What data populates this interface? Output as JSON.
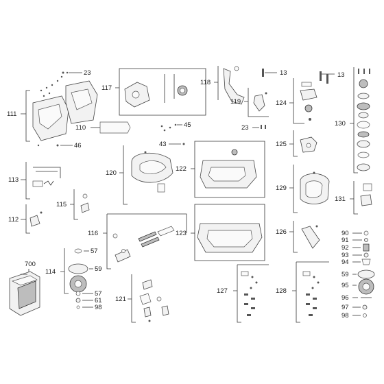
{
  "callouts": {
    "c23a": "23",
    "c13a": "13",
    "c13b": "13",
    "c117": "117",
    "c118": "118",
    "c119": "119",
    "c111": "111",
    "c124": "124",
    "c130": "130",
    "c110": "110",
    "c45": "45",
    "c23b": "23",
    "c46": "46",
    "c43": "43",
    "c125": "125",
    "c120": "120",
    "c122": "122",
    "c113": "113",
    "c129": "129",
    "c115": "115",
    "c131": "131",
    "c112": "112",
    "c126": "126",
    "c116": "116",
    "c123": "123",
    "c90": "90",
    "c91": "91",
    "c92": "92",
    "c93": "93",
    "c94": "94",
    "c57a": "57",
    "c114": "114",
    "c59a": "59",
    "c59b": "59",
    "c700": "700",
    "c95": "95",
    "c57b": "57",
    "c61": "61",
    "c98a": "98",
    "c121": "121",
    "c127": "127",
    "c128": "128",
    "c96": "96",
    "c97": "97",
    "c98b": "98"
  }
}
